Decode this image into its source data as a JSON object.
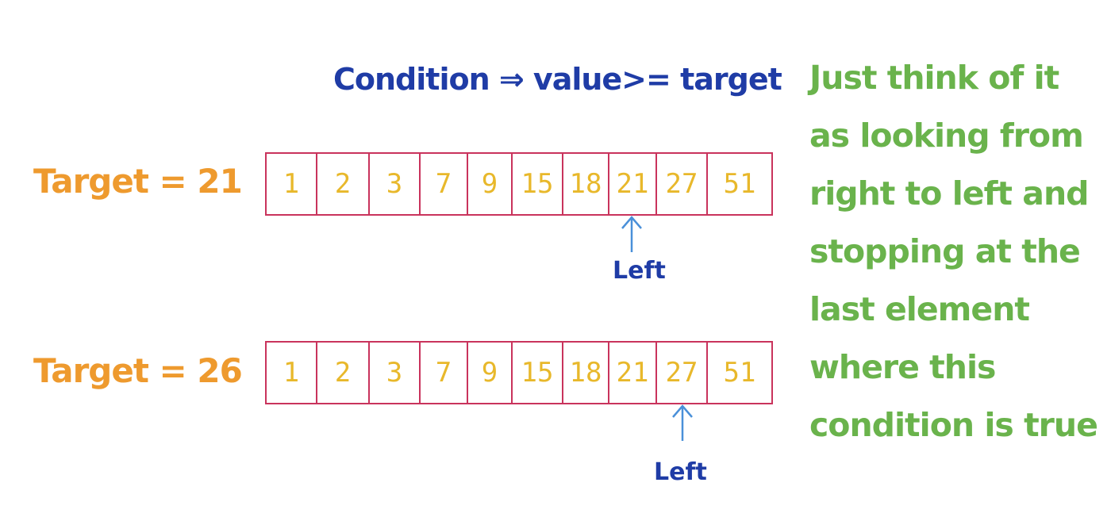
{
  "condition_text": "Condition ⇒ value>= target",
  "rows": [
    {
      "target_label": "Target = 21",
      "values": [
        "1",
        "2",
        "3",
        "7",
        "9",
        "15",
        "18",
        "21",
        "27",
        "51"
      ],
      "pointer_label": "Left",
      "pointer_index": 7
    },
    {
      "target_label": "Target = 26",
      "values": [
        "1",
        "2",
        "3",
        "7",
        "9",
        "15",
        "18",
        "21",
        "27",
        "51"
      ],
      "pointer_label": "Left",
      "pointer_index": 8
    }
  ],
  "note_lines": [
    "Just think of it",
    "as looking from",
    "right to left and",
    "stopping at the",
    "last element",
    "where this",
    "condition is true"
  ],
  "colors": {
    "condition": "#1f3ca6",
    "target": "#ee9a2e",
    "cell_border": "#c9335c",
    "cell_value": "#e8b82b",
    "arrow": "#4a90d9",
    "pointer_label": "#1f3ca6",
    "note": "#6ab34c"
  }
}
